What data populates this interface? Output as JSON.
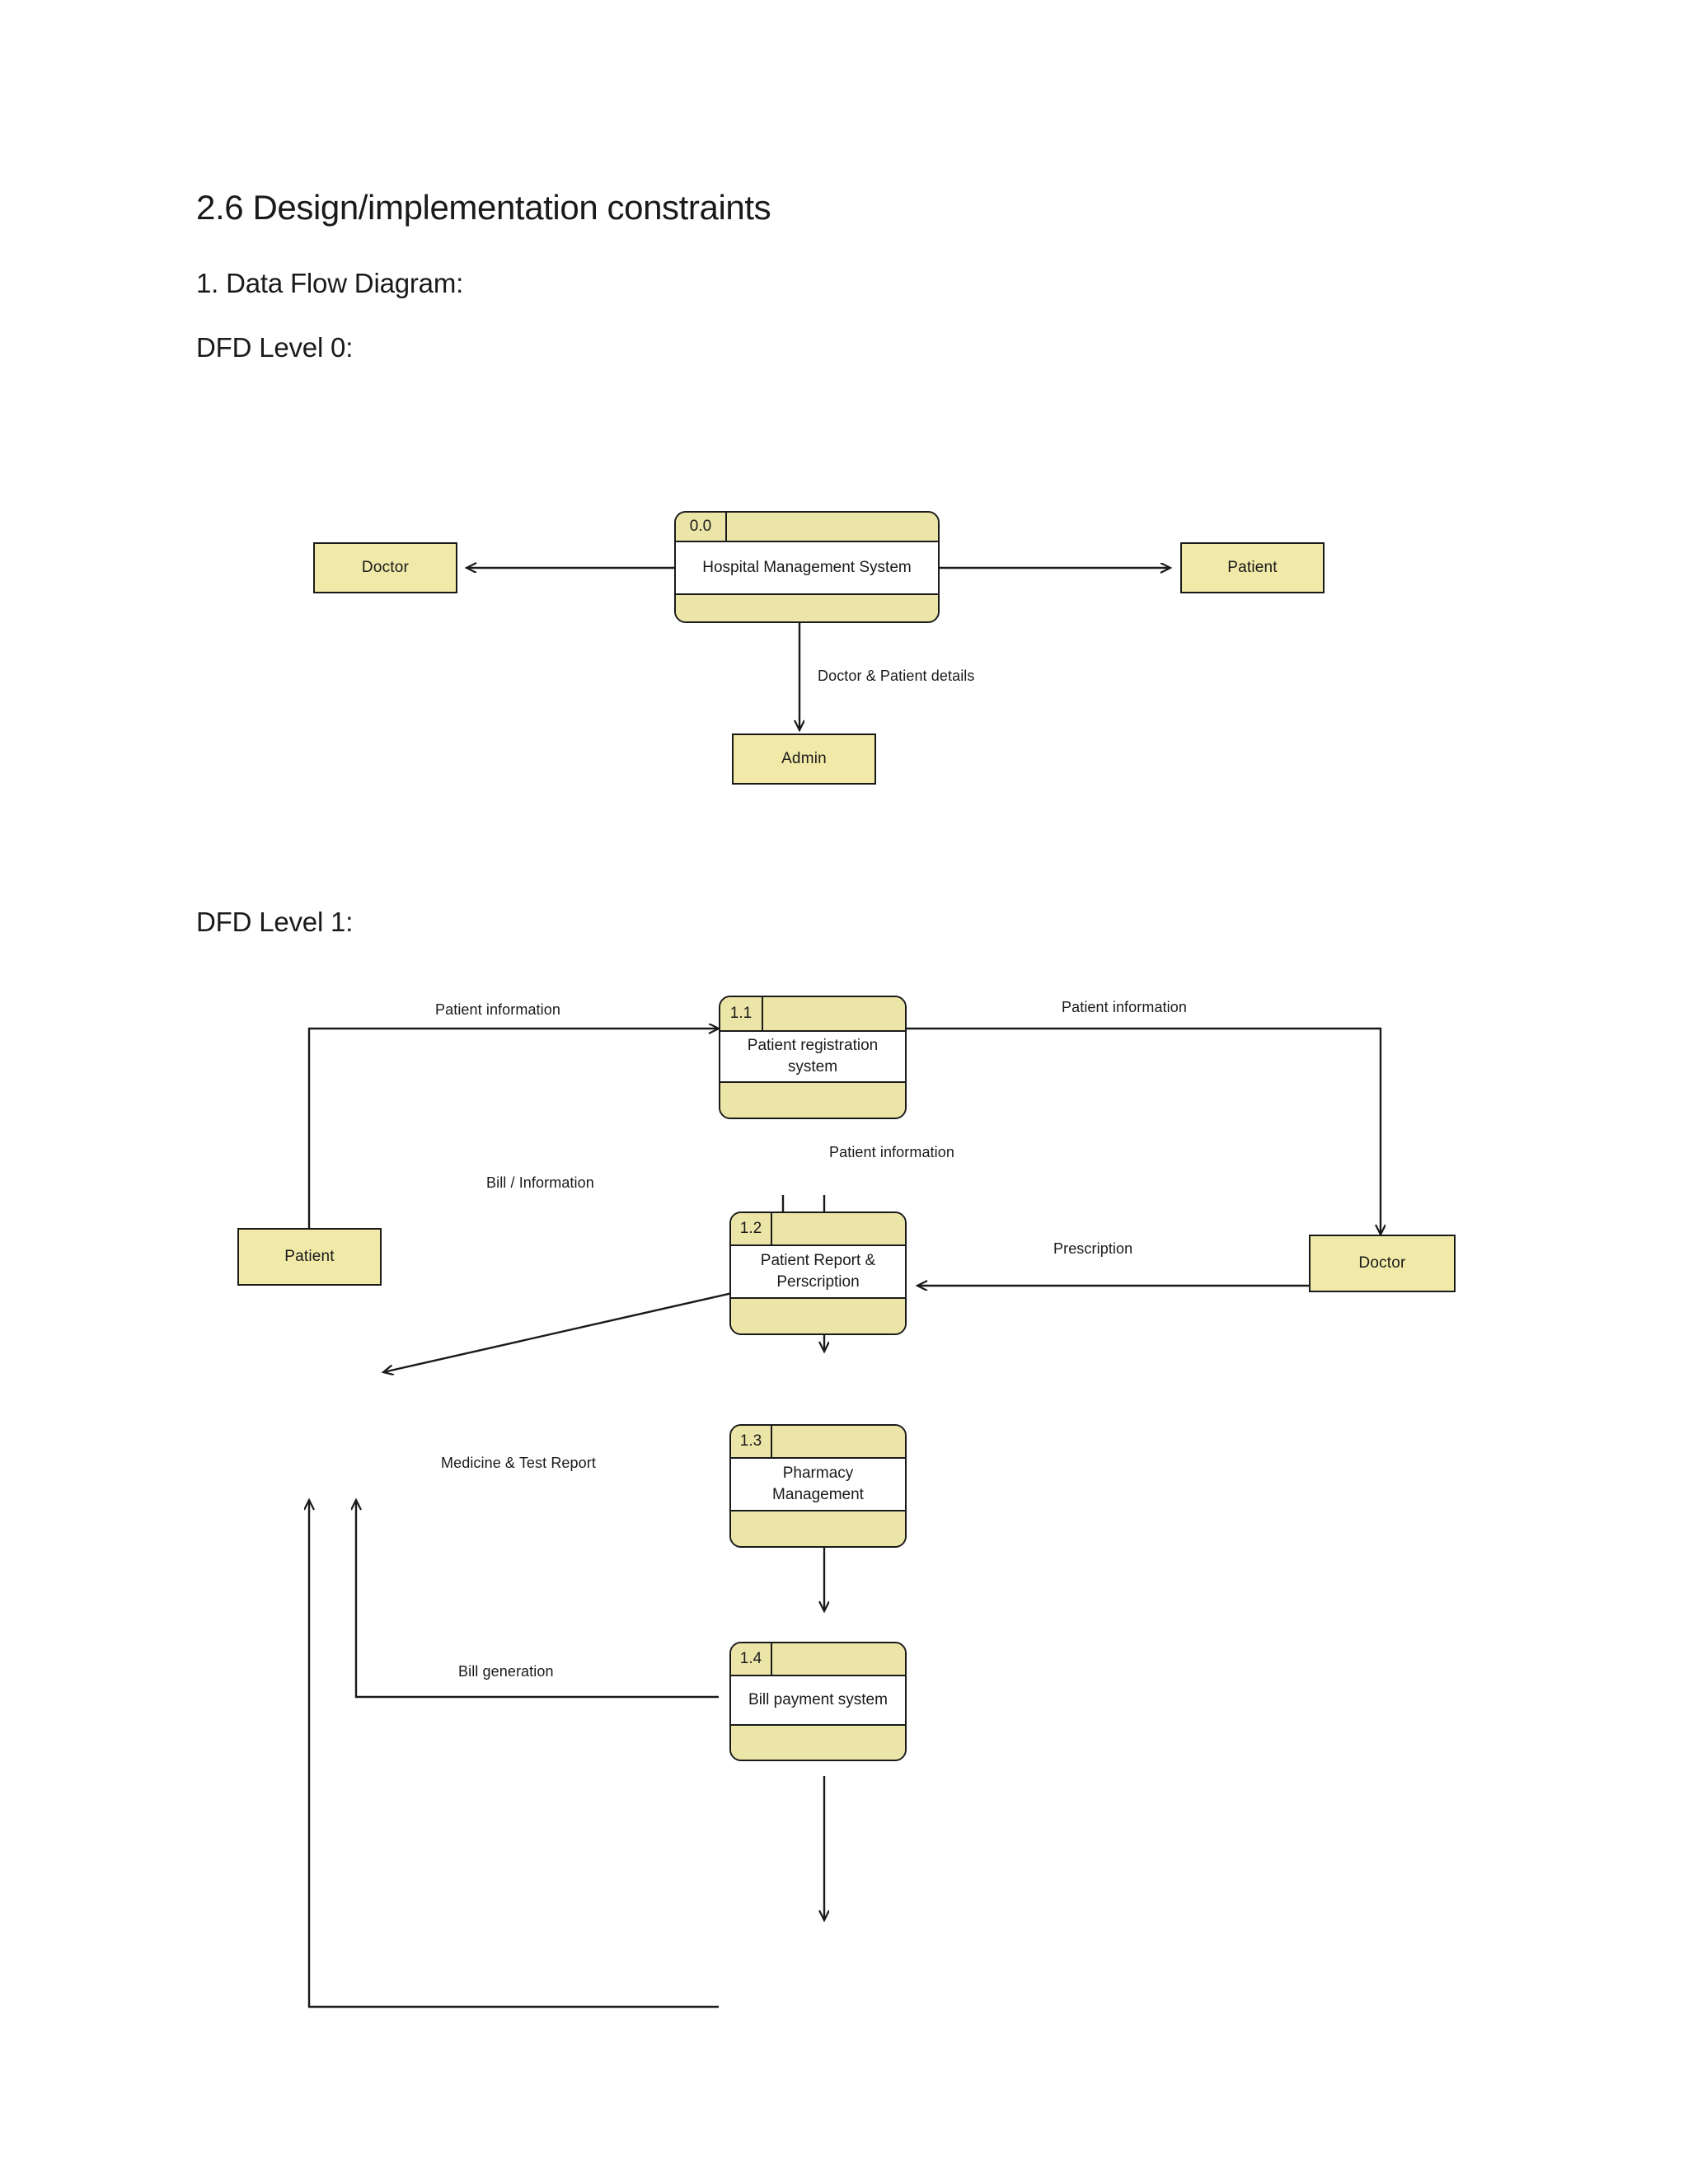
{
  "document": {
    "heading": "2.6 Design/implementation constraints",
    "dfd_caption": "1. Data Flow Diagram:",
    "level0_caption": "DFD Level 0:",
    "level1_caption": "DFD Level 1:"
  },
  "theme": {
    "process_header_fill": "#ece5a8",
    "process_body_fill": "#ffffff",
    "entity_fill": "#f0e9a8",
    "stroke": "#1a1a1a",
    "page_background": "#ffffff"
  },
  "dfd_level0": {
    "processes": [
      {
        "id": "0.0",
        "name": "Hospital Management System"
      }
    ],
    "entities": [
      {
        "id": "doctor",
        "name": "Doctor"
      },
      {
        "id": "patient",
        "name": "Patient"
      },
      {
        "id": "admin",
        "name": "Admin"
      }
    ],
    "flows": [
      {
        "id": "f0-1",
        "label": "",
        "from": "0.0",
        "to": "doctor"
      },
      {
        "id": "f0-2",
        "label": "",
        "from": "0.0",
        "to": "patient"
      },
      {
        "id": "f0-3",
        "label": "Doctor & Patient details",
        "from": "admin",
        "to": "0.0",
        "bidirectional": true
      }
    ]
  },
  "dfd_level1": {
    "processes": [
      {
        "id": "1.1",
        "name": "Patient registration system"
      },
      {
        "id": "1.2",
        "name": "Patient Report & Perscription"
      },
      {
        "id": "1.3",
        "name": "Pharmacy Management"
      },
      {
        "id": "1.4",
        "name": "Bill payment system"
      }
    ],
    "entities": [
      {
        "id": "patient",
        "name": "Patient"
      },
      {
        "id": "doctor",
        "name": "Doctor"
      }
    ],
    "flows": [
      {
        "id": "l1-f1",
        "label": "Patient information",
        "from": "patient",
        "to": "1.1"
      },
      {
        "id": "l1-f2",
        "label": "Patient information",
        "from": "1.1",
        "to": "doctor"
      },
      {
        "id": "l1-f3",
        "label": "Patient information",
        "from": "1.1",
        "to": "1.2"
      },
      {
        "id": "l1-f4",
        "label": "Bill / Information",
        "from": "1.1",
        "to": "patient"
      },
      {
        "id": "l1-f5",
        "label": "Prescription",
        "from": "doctor",
        "to": "1.2"
      },
      {
        "id": "l1-f6",
        "label": "Medicine & Test Report",
        "from": "1.3",
        "to": "patient"
      },
      {
        "id": "l1-f7",
        "label": "Bill generation",
        "from": "1.4",
        "to": "patient"
      },
      {
        "id": "l1-f8",
        "label": "",
        "from": "1.2",
        "to": "1.3"
      },
      {
        "id": "l1-f9",
        "label": "",
        "from": "1.3",
        "to": "1.4"
      }
    ]
  }
}
